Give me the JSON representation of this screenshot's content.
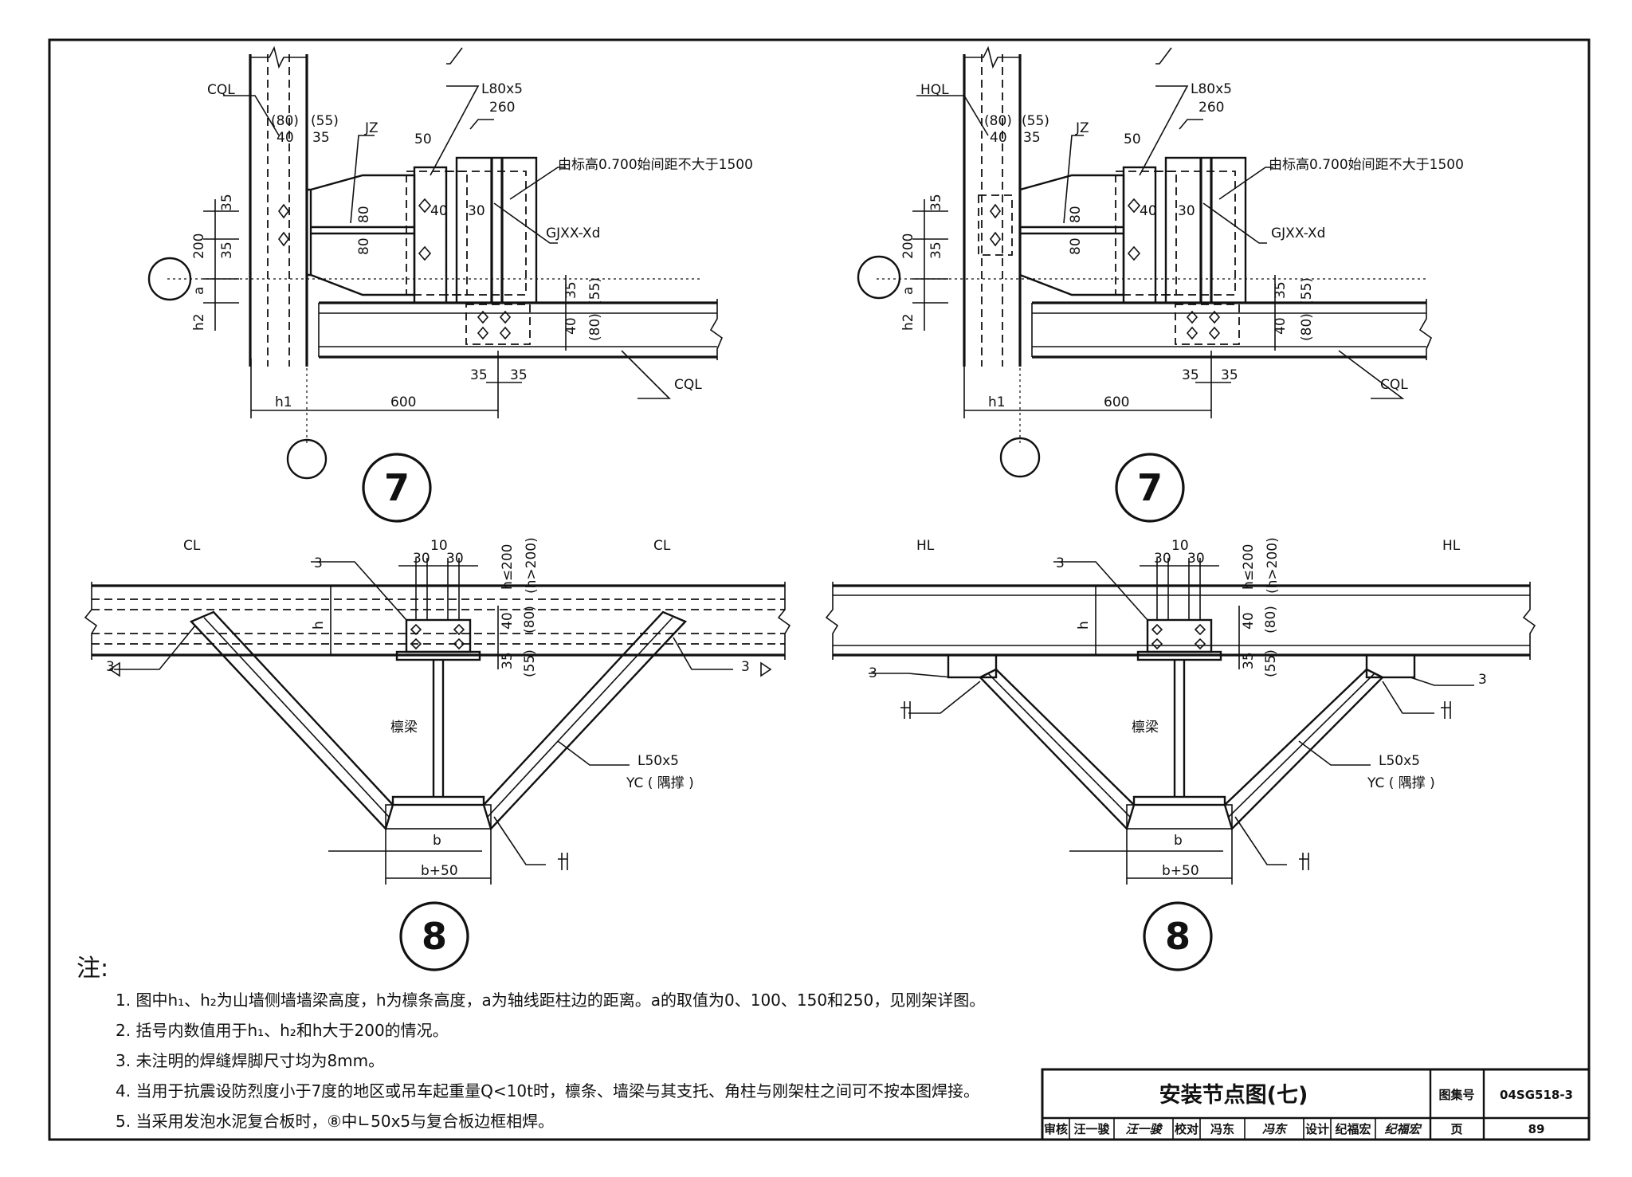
{
  "labels": {
    "cql": "CQL",
    "hql": "HQL",
    "jz": "JZ",
    "angle": "L80x5",
    "angle_len": "260",
    "spacing_note": "由标高0.700始间距不大于1500",
    "gjxx": "GJXX-Xd",
    "cl": "CL",
    "hl": "HL",
    "purlin": "檩梁",
    "brace_angle": "L50x5",
    "brace_name": "YC ( 隅撑 )",
    "h": "h",
    "b": "b",
    "b50": "b+50",
    "h1": "h1",
    "h2": "h2",
    "a": "a",
    "weld3": "3",
    "h_le200": "h≤200",
    "h_gt200": "(h>200)"
  },
  "dims": {
    "d80p": "(80)",
    "d55p": "(55)",
    "d40": "40",
    "d35": "35",
    "d50": "50",
    "d30": "30",
    "d80": "80",
    "d200": "200",
    "d600": "600",
    "d10": "10"
  },
  "bubbles": {
    "detail7": "7",
    "detail8": "8"
  },
  "notes": {
    "heading": "注:",
    "items": [
      "1. 图中h₁、h₂为山墙侧墙墙梁高度，h为檩条高度，a为轴线距柱边的距离。a的取值为0、100、150和250，见刚架详图。",
      "2. 括号内数值用于h₁、h₂和h大于200的情况。",
      "3. 未注明的焊缝焊脚尺寸均为8mm。",
      "4. 当用于抗震设防烈度小于7度的地区或吊车起重量Q<10t时，檩条、墙梁与其支托、角柱与刚架柱之间可不按本图焊接。",
      "5. 当采用发泡水泥复合板时，⑧中∟50x5与复合板边框相焊。"
    ]
  },
  "title_block": {
    "title": "安装节点图(七)",
    "atlas_label": "图集号",
    "atlas_no": "04SG518-3",
    "review_label": "审核",
    "reviewer": "汪一骏",
    "review_sig": "汪一骏",
    "check_label": "校对",
    "checker": "冯东",
    "check_sig": "冯东",
    "design_label": "设计",
    "designer": "纪福宏",
    "design_sig": "纪福宏",
    "page_label": "页",
    "page_no": "89"
  }
}
